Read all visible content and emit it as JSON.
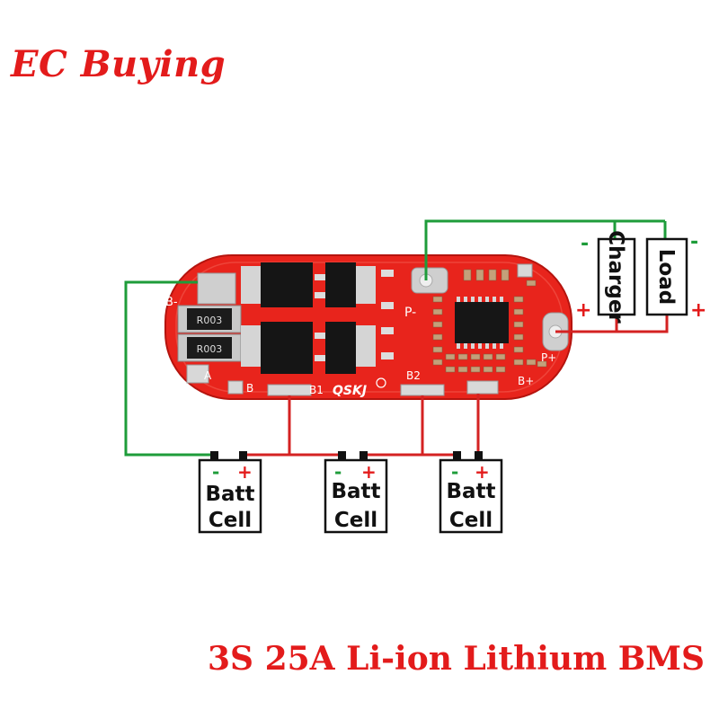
{
  "brand": {
    "name": "EC Buying"
  },
  "caption": {
    "text": "3S 25A Li-ion Lithium BMS"
  },
  "board": {
    "pad_labels": {
      "b_minus": "B-",
      "a": "A",
      "b": "B",
      "b1": "B1",
      "b2": "B2",
      "b_plus": "B+",
      "p_minus": "P-",
      "p_plus": "P+"
    },
    "resistor_marks": [
      "R003",
      "R003"
    ],
    "logo_text": "QSKJ"
  },
  "external": {
    "charger": {
      "label": "Charger",
      "minus": "-",
      "plus": "+"
    },
    "load": {
      "label": "Load",
      "minus": "-",
      "plus": "+"
    }
  },
  "cells": [
    {
      "line1": "Batt",
      "line2": "Cell",
      "minus": "-",
      "plus": "+"
    },
    {
      "line1": "Batt",
      "line2": "Cell",
      "minus": "-",
      "plus": "+"
    },
    {
      "line1": "Batt",
      "line2": "Cell",
      "minus": "-",
      "plus": "+"
    }
  ],
  "colors": {
    "brand_red": "#e31b1b",
    "pcb_red": "#e8241c",
    "wire_green": "#1e9c3a",
    "wire_red": "#d42222",
    "minus_green": "#1e9c3a",
    "plus_red": "#e31b1b"
  }
}
